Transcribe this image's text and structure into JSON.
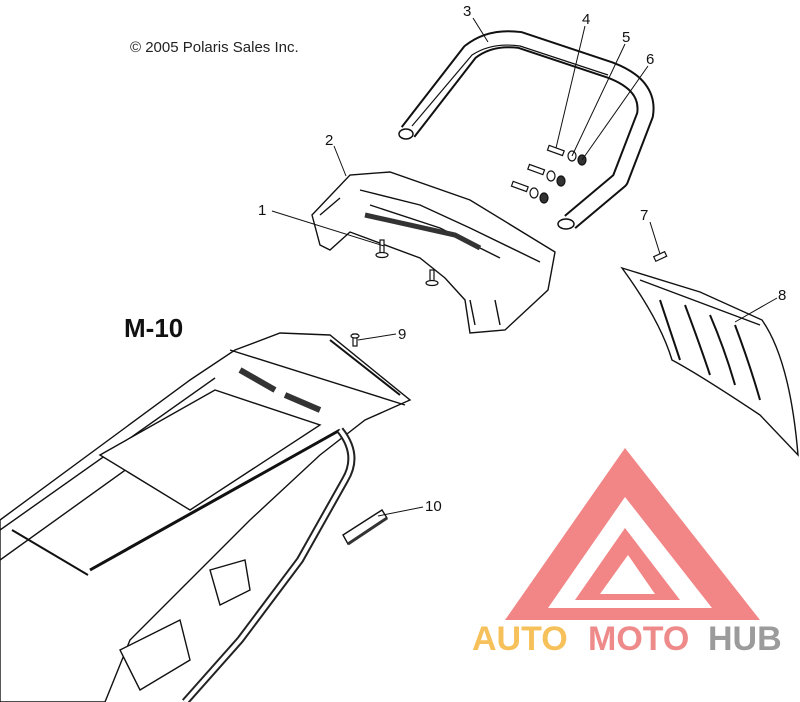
{
  "copyright": "© 2005 Polaris Sales Inc.",
  "model_code": "M-10",
  "callouts": [
    {
      "number": "1"
    },
    {
      "number": "2"
    },
    {
      "number": "3"
    },
    {
      "number": "4"
    },
    {
      "number": "5"
    },
    {
      "number": "6"
    },
    {
      "number": "7"
    },
    {
      "number": "8"
    },
    {
      "number": "9"
    },
    {
      "number": "10"
    }
  ],
  "watermark": {
    "part1": "AUTO",
    "part2": "MOTO",
    "part3": "HUB",
    "colors": {
      "auto": "#f6c15a",
      "moto": "#ee8a8a",
      "hub": "#9b9b9b",
      "logo": "#f07070"
    }
  }
}
